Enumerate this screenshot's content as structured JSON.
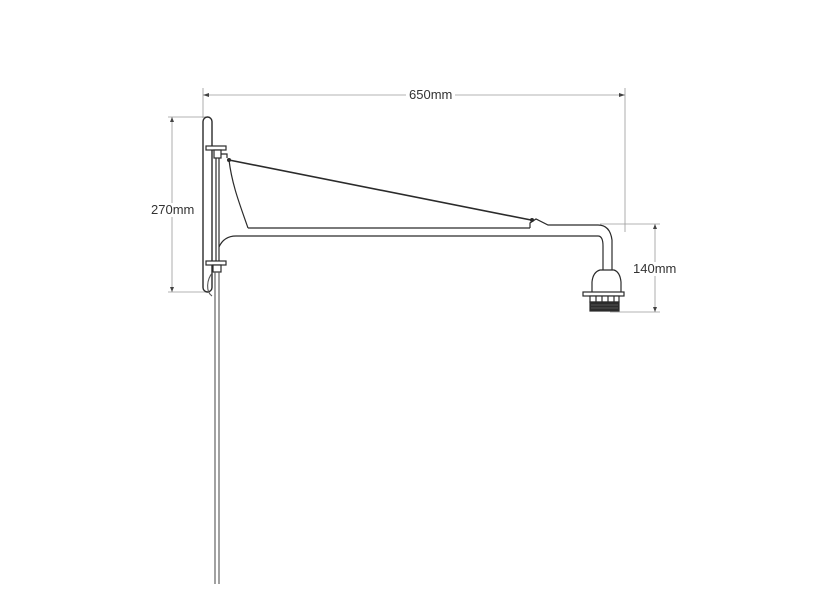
{
  "diagram": {
    "subject": "wall-mounted swing arm lamp",
    "dimensions": {
      "width": {
        "label": "650mm"
      },
      "mount_height": {
        "label": "270mm"
      },
      "drop": {
        "label": "140mm"
      }
    },
    "colors": {
      "line": "#2b2b2b",
      "dimension_line": "#9a9a9a",
      "text": "#333333",
      "background": "#ffffff"
    }
  }
}
